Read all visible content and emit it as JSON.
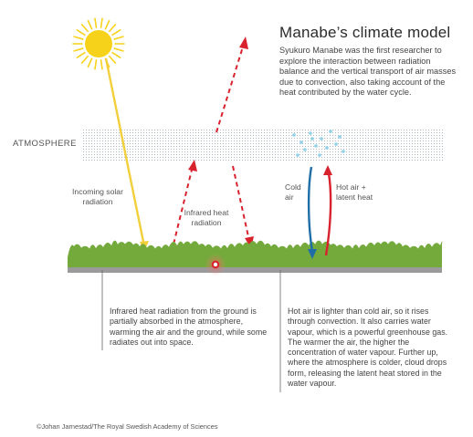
{
  "title": "Manabe’s climate model",
  "intro": "Syukuro Manabe was the first researcher to explore the interaction between radiation balance and the vertical transport of air masses due to convection, also taking account of the heat contributed by the water cycle.",
  "atmosphere_label": "ATMOSPHERE",
  "labels": {
    "incoming": "Incoming solar radiation",
    "infrared": "Infrared heat radiation",
    "cold_air": "Cold air",
    "hot_air": "Hot air + latent heat"
  },
  "descriptions": {
    "infrared": "Infrared heat radiation from the ground is partially absorbed in the atmosphere, warming the air and the ground, while some radiates out into space.",
    "convection": "Hot air is lighter than cold air, so it rises through convection. It also carries water vapour, which is a powerful greenhouse gas. The warmer the air, the higher the concentration of water vapour. Further up, where the atmosphere is colder, cloud drops form, releasing the latent heat stored in the water vapour."
  },
  "credit": "©Johan Jarnestad/The Royal Swedish Academy of Sciences",
  "colors": {
    "sun": "#f7d21a",
    "solar_ray": "#f2cf3b",
    "infrared": "#d8222d",
    "cold_arrow": "#1f6ea8",
    "hot_arrow": "#d8222d",
    "ground": "#74aa3c",
    "ground_base": "#9a9a9a",
    "atmosphere": "#b9c3cc",
    "droplets": "#8fd1ea",
    "leader_line": "#666666"
  }
}
